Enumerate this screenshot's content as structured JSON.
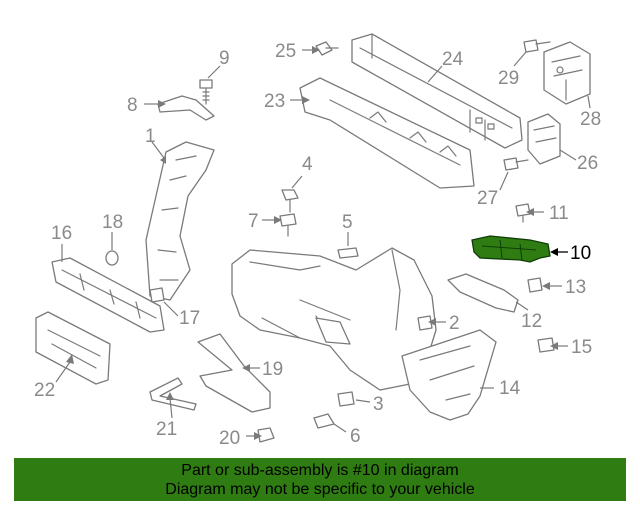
{
  "callouts": {
    "c1": "1",
    "c2": "2",
    "c3": "3",
    "c4": "4",
    "c5": "5",
    "c6": "6",
    "c7": "7",
    "c8": "8",
    "c9": "9",
    "c10": "10",
    "c11": "11",
    "c12": "12",
    "c13": "13",
    "c14": "14",
    "c15": "15",
    "c16": "16",
    "c17": "17",
    "c18": "18",
    "c19": "19",
    "c20": "20",
    "c21": "21",
    "c22": "22",
    "c23": "23",
    "c24": "24",
    "c25": "25",
    "c26": "26",
    "c27": "27",
    "c28": "28",
    "c29": "29"
  },
  "highlight": {
    "part_number": "10",
    "color": "#2f7d12"
  },
  "banner": {
    "line1": "Part or sub-assembly is #10 in diagram",
    "line2": "Diagram may not be specific to your vehicle",
    "color": "#2f7d12"
  }
}
